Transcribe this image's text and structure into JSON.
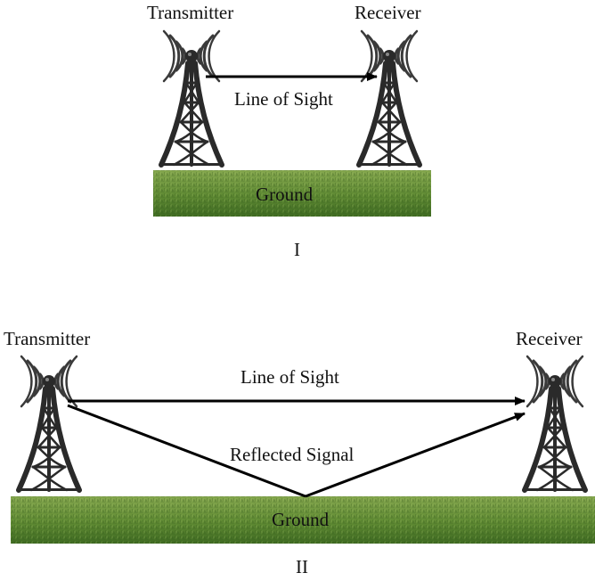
{
  "panel_1": {
    "transmitter_label": "Transmitter",
    "receiver_label": "Receiver",
    "line_of_sight_label": "Line of Sight",
    "ground_label": "Ground",
    "caption": "I"
  },
  "panel_2": {
    "transmitter_label": "Transmitter",
    "receiver_label": "Receiver",
    "line_of_sight_label": "Line of Sight",
    "reflected_label": "Reflected Signal",
    "ground_label": "Ground",
    "caption": "II"
  },
  "colors": {
    "tower": "#2a2a2a",
    "signal_rings": "#3a3a3a",
    "arrow": "#000000",
    "grass_light": "#7fa24a",
    "grass_dark": "#3f6b22",
    "text": "#111111"
  },
  "icons": [
    "radio-tower-icon",
    "signal-waves-icon",
    "grass-texture"
  ]
}
